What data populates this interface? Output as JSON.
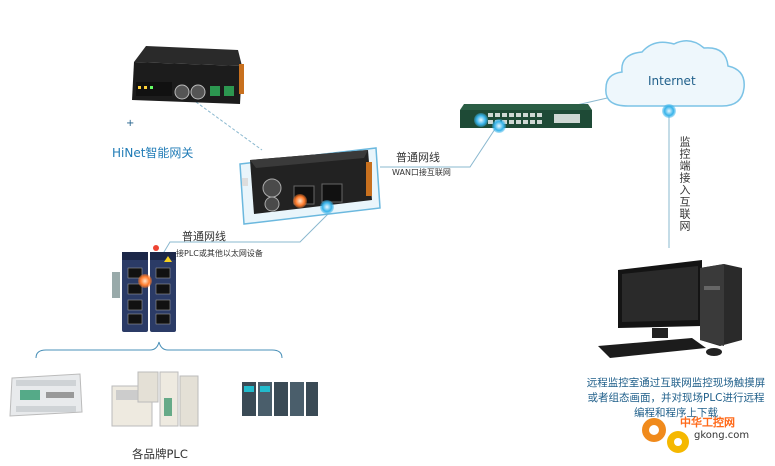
{
  "gateway_label": "HiNet智能网关",
  "internet_label": "Internet",
  "link_top": {
    "title": "普通网线",
    "subtitle": "WAN口接互联网"
  },
  "link_left": {
    "title": "普通网线",
    "subtitle": "接PLC或其他以太网设备"
  },
  "link_vertical": "监控端接入互联网",
  "plc_label": "各品牌PLC",
  "remote_text": [
    "远程监控室通过互联网监控现场触摸屏",
    "或者组态画面，并对现场PLC进行远程",
    "编程和程序上下载"
  ],
  "watermark": {
    "cn": "中华工控网",
    "url": "gkong.com"
  },
  "plus_mark": "+",
  "colors": {
    "accent_blue": "#37b3ea",
    "label_blue": "#1f7bb6",
    "orange_port": "#ff7a2a",
    "line": "#8ab8cf"
  }
}
